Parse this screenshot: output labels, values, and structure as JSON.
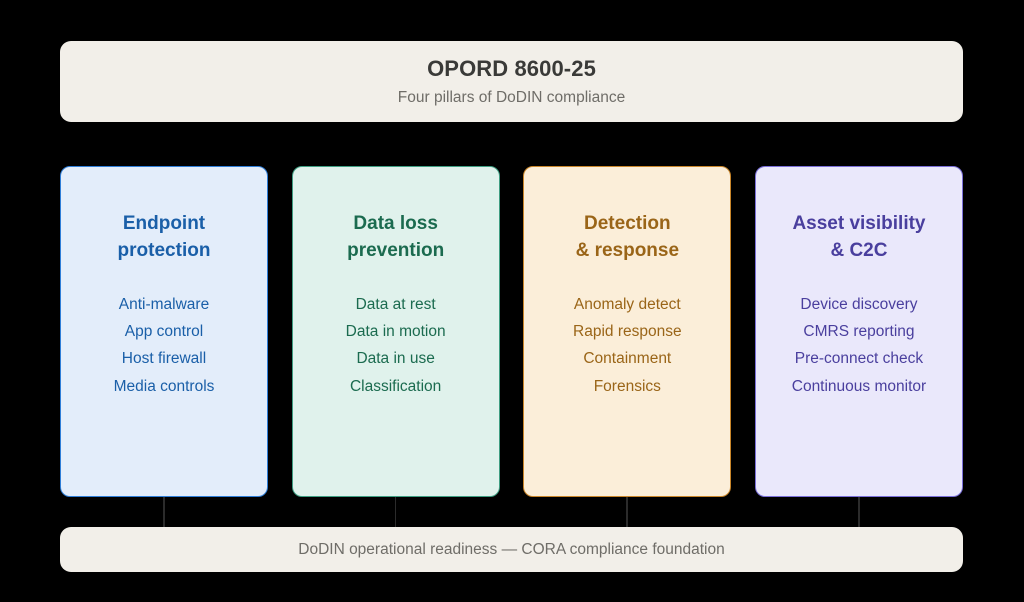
{
  "header": {
    "title": "OPORD 8600-25",
    "subtitle": "Four pillars of DoDIN compliance"
  },
  "pillars": [
    {
      "title": "Endpoint\nprotection",
      "bg": "#e3edfa",
      "border": "#2f7ed8",
      "text": "#1a5fa8",
      "items": [
        "Anti-malware",
        "App control",
        "Host firewall",
        "Media controls"
      ]
    },
    {
      "title": "Data loss\nprevention",
      "bg": "#e0f2ec",
      "border": "#3f9e82",
      "text": "#1b6b4f",
      "items": [
        "Data at rest",
        "Data in motion",
        "Data in use",
        "Classification"
      ]
    },
    {
      "title": "Detection\n& response",
      "bg": "#fbeed9",
      "border": "#c9862a",
      "text": "#9a6518",
      "items": [
        "Anomaly detect",
        "Rapid response",
        "Containment",
        "Forensics"
      ]
    },
    {
      "title": "Asset visibility\n& C2C",
      "bg": "#eae8fb",
      "border": "#7a6fd8",
      "text": "#4a3f9e",
      "items": [
        "Device discovery",
        "CMRS reporting",
        "Pre-connect check",
        "Continuous monitor"
      ]
    }
  ],
  "footer": {
    "text": "DoDIN operational readiness — CORA compliance foundation"
  },
  "colors": {
    "background": "#000000",
    "banner_bg": "#f2efe9",
    "banner_title": "#3a3a38",
    "banner_muted": "#6f6d68",
    "connector": "#2b2b2b"
  }
}
